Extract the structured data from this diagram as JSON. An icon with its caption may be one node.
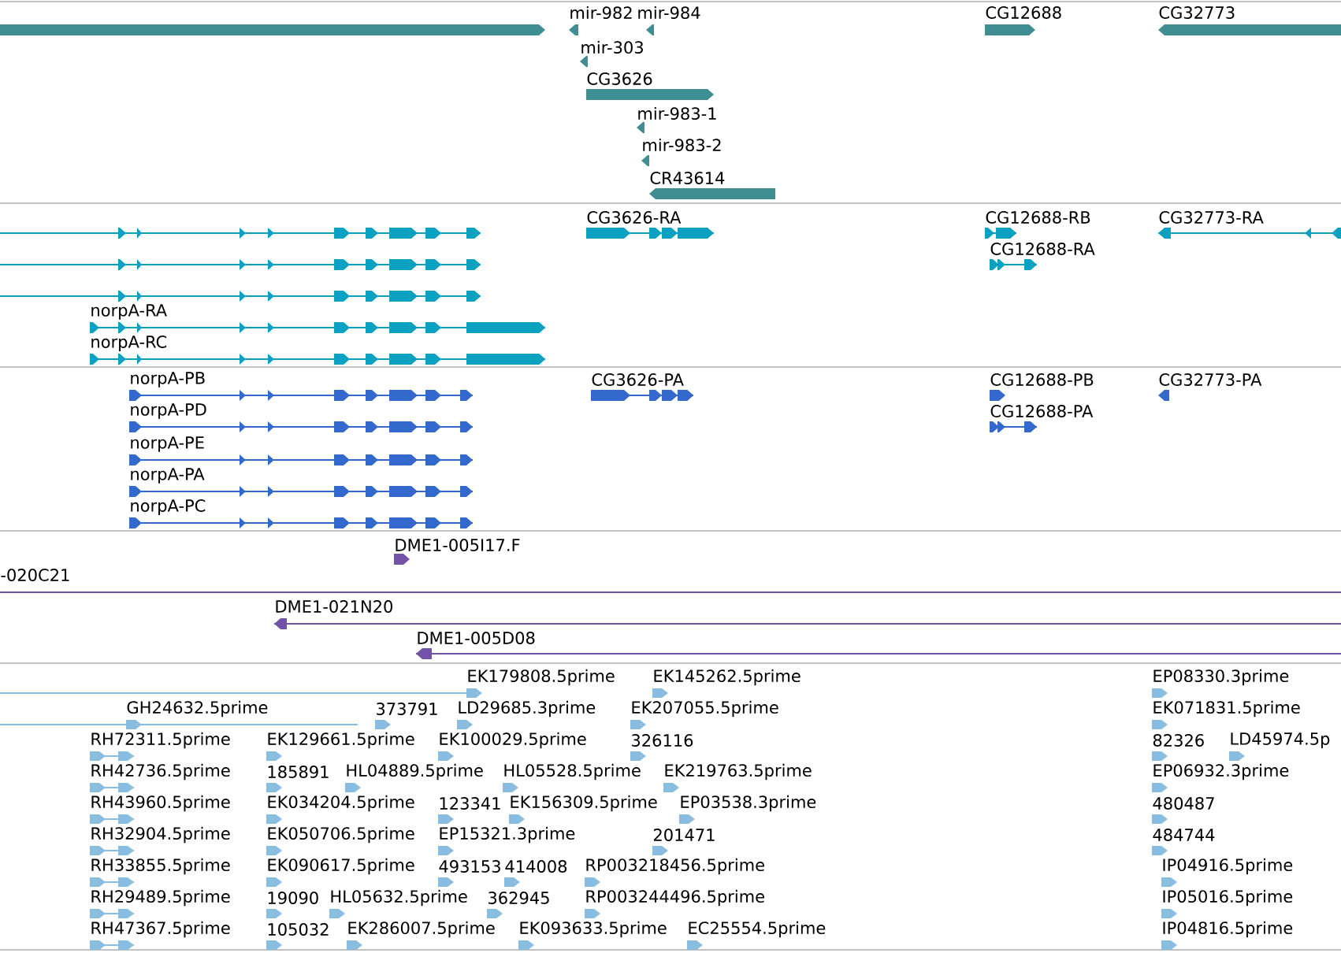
{
  "diagram": {
    "labels": [
      "mir-982",
      "mir-984",
      "CG12688",
      "CG32773",
      "mir-303",
      "CG3626",
      "mir-983-1",
      "mir-983-2",
      "CR43614",
      "CG3626-RA",
      "CG12688-RB",
      "CG32773-RA",
      "CG12688-RA",
      "norpA-RA",
      "norpA-RC",
      "norpA-PB",
      "CG3626-PA",
      "CG12688-PB",
      "CG32773-PA",
      "norpA-PD",
      "CG12688-PA",
      "norpA-PE",
      "norpA-PA",
      "norpA-PC",
      "DME1-005I17.F",
      "-020C21",
      "DME1-021N20",
      "DME1-005D08",
      "EK179808.5prime",
      "EK145262.5prime",
      "EP08330.3prime",
      "GH24632.5prime",
      "373791",
      "LD29685.3prime",
      "EK207055.5prime",
      "EK071831.5prime",
      "RH72311.5prime",
      "EK129661.5prime",
      "EK100029.5prime",
      "326116",
      "82326",
      "LD45974.5p",
      "RH42736.5prime",
      "185891",
      "HL04889.5prime",
      "HL05528.5prime",
      "EK219763.5prime",
      "EP06932.3prime",
      "RH43960.5prime",
      "EK034204.5prime",
      "123341",
      "EK156309.5prime",
      "EP03538.3prime",
      "480487",
      "RH32904.5prime",
      "EK050706.5prime",
      "EP15321.3prime",
      "201471",
      "484744",
      "RH33855.5prime",
      "EK090617.5prime",
      "493153",
      "414008",
      "RP003218456.5prime",
      "IP04916.5prime",
      "RH29489.5prime",
      "19090",
      "HL05632.5prime",
      "362945",
      "RP003244496.5prime",
      "IP05016.5prime",
      "RH47367.5prime",
      "105032",
      "EK286007.5prime",
      "EK093633.5prime",
      "EC25554.5prime",
      "IP04816.5prime"
    ]
  }
}
